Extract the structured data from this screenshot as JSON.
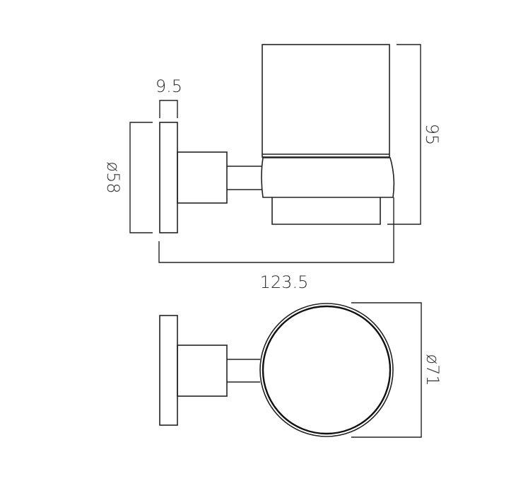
{
  "dimensions": {
    "plate_thickness": "9.5",
    "plate_diameter": "ø58",
    "height": "95",
    "projection": "123.5",
    "tumbler_diameter": "ø71"
  },
  "colors": {
    "line": "#222222",
    "text": "#333333",
    "background": "#ffffff"
  }
}
